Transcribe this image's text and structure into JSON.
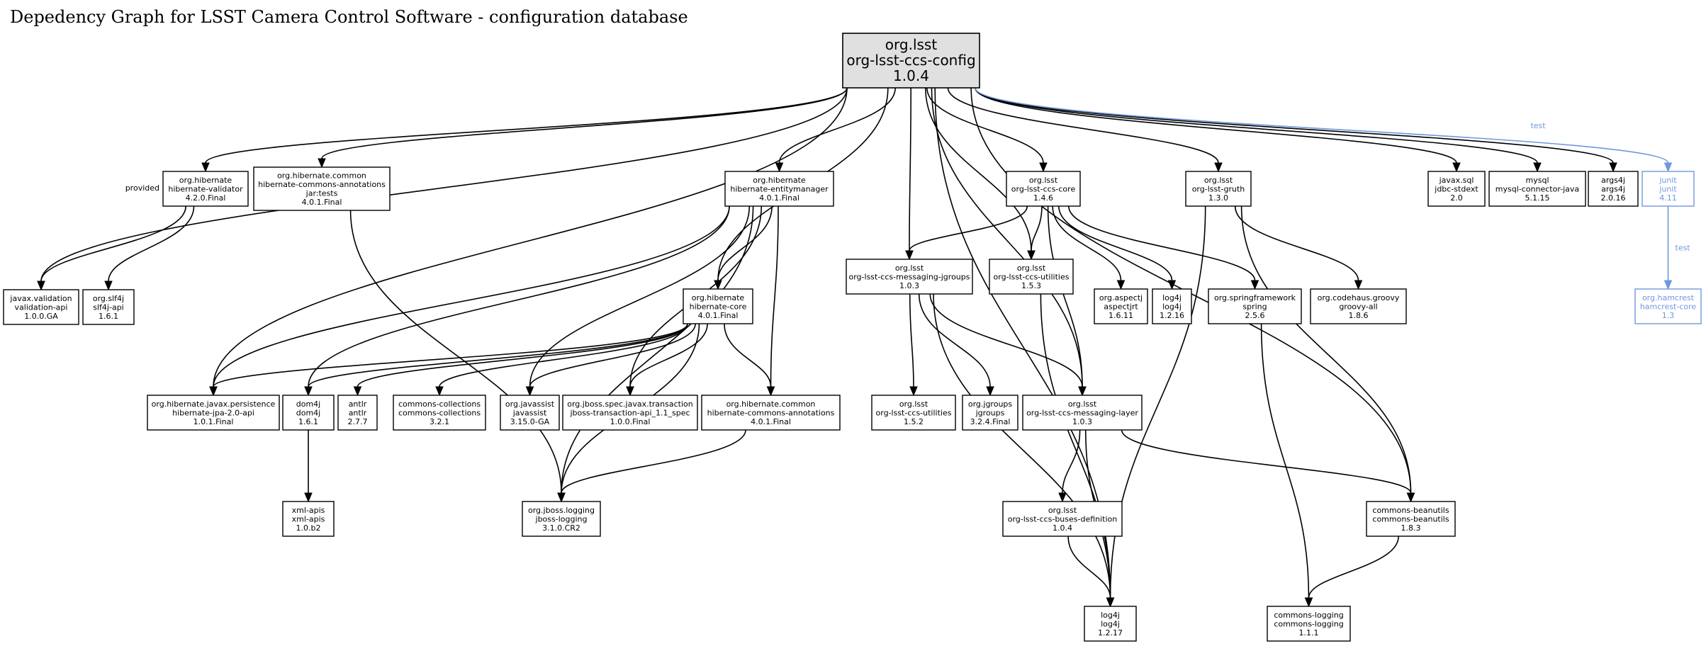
{
  "title": "Depedency Graph for LSST Camera Control Software - configuration database",
  "nodes": [
    {
      "id": "root",
      "lines": [
        "org.lsst",
        "org-lsst-ccs-config",
        "1.0.4"
      ],
      "style": "root"
    },
    {
      "id": "hib-validator",
      "lines": [
        "org.hibernate",
        "hibernate-validator",
        "4.2.0.Final"
      ]
    },
    {
      "id": "hib-common-tests",
      "lines": [
        "org.hibernate.common",
        "hibernate-commons-annotations",
        "jar:tests",
        "4.0.1.Final"
      ]
    },
    {
      "id": "hib-em",
      "lines": [
        "org.hibernate",
        "hibernate-entitymanager",
        "4.0.1.Final"
      ]
    },
    {
      "id": "ccs-core",
      "lines": [
        "org.lsst",
        "org-lsst-ccs-core",
        "1.4.6"
      ]
    },
    {
      "id": "gruth",
      "lines": [
        "org.lsst",
        "org-lsst-gruth",
        "1.3.0"
      ]
    },
    {
      "id": "jdbc",
      "lines": [
        "javax.sql",
        "jdbc-stdext",
        "2.0"
      ]
    },
    {
      "id": "mysql",
      "lines": [
        "mysql",
        "mysql-connector-java",
        "5.1.15"
      ]
    },
    {
      "id": "args4j",
      "lines": [
        "args4j",
        "args4j",
        "2.0.16"
      ]
    },
    {
      "id": "junit",
      "lines": [
        "junit",
        "junit",
        "4.11"
      ],
      "style": "test"
    },
    {
      "id": "javax-validation",
      "lines": [
        "javax.validation",
        "validation-api",
        "1.0.0.GA"
      ]
    },
    {
      "id": "slf4j",
      "lines": [
        "org.slf4j",
        "slf4j-api",
        "1.6.1"
      ]
    },
    {
      "id": "hib-core",
      "lines": [
        "org.hibernate",
        "hibernate-core",
        "4.0.1.Final"
      ]
    },
    {
      "id": "messaging-jgroups",
      "lines": [
        "org.lsst",
        "org-lsst-ccs-messaging-jgroups",
        "1.0.3"
      ]
    },
    {
      "id": "utilities-153",
      "lines": [
        "org.lsst",
        "org-lsst-ccs-utilities",
        "1.5.3"
      ]
    },
    {
      "id": "aspectj",
      "lines": [
        "org.aspectj",
        "aspectjrt",
        "1.6.11"
      ]
    },
    {
      "id": "log4j-1216",
      "lines": [
        "log4j",
        "log4j",
        "1.2.16"
      ]
    },
    {
      "id": "spring",
      "lines": [
        "org.springframework",
        "spring",
        "2.5.6"
      ]
    },
    {
      "id": "groovy",
      "lines": [
        "org.codehaus.groovy",
        "groovy-all",
        "1.8.6"
      ]
    },
    {
      "id": "hamcrest",
      "lines": [
        "org.hamcrest",
        "hamcrest-core",
        "1.3"
      ],
      "style": "test"
    },
    {
      "id": "jpa",
      "lines": [
        "org.hibernate.javax.persistence",
        "hibernate-jpa-2.0-api",
        "1.0.1.Final"
      ]
    },
    {
      "id": "dom4j",
      "lines": [
        "dom4j",
        "dom4j",
        "1.6.1"
      ]
    },
    {
      "id": "antlr",
      "lines": [
        "antlr",
        "antlr",
        "2.7.7"
      ]
    },
    {
      "id": "commons-collections",
      "lines": [
        "commons-collections",
        "commons-collections",
        "3.2.1"
      ]
    },
    {
      "id": "javassist",
      "lines": [
        "org.javassist",
        "javassist",
        "3.15.0-GA"
      ]
    },
    {
      "id": "jta",
      "lines": [
        "org.jboss.spec.javax.transaction",
        "jboss-transaction-api_1.1_spec",
        "1.0.0.Final"
      ]
    },
    {
      "id": "hib-common",
      "lines": [
        "org.hibernate.common",
        "hibernate-commons-annotations",
        "4.0.1.Final"
      ]
    },
    {
      "id": "utilities-152",
      "lines": [
        "org.lsst",
        "org-lsst-ccs-utilities",
        "1.5.2"
      ]
    },
    {
      "id": "jgroups",
      "lines": [
        "org.jgroups",
        "jgroups",
        "3.2.4.Final"
      ]
    },
    {
      "id": "messaging-layer",
      "lines": [
        "org.lsst",
        "org-lsst-ccs-messaging-layer",
        "1.0.3"
      ]
    },
    {
      "id": "xml-apis",
      "lines": [
        "xml-apis",
        "xml-apis",
        "1.0.b2"
      ]
    },
    {
      "id": "jboss-logging",
      "lines": [
        "org.jboss.logging",
        "jboss-logging",
        "3.1.0.CR2"
      ]
    },
    {
      "id": "buses-def",
      "lines": [
        "org.lsst",
        "org-lsst-ccs-buses-definition",
        "1.0.4"
      ]
    },
    {
      "id": "beanutils",
      "lines": [
        "commons-beanutils",
        "commons-beanutils",
        "1.8.3"
      ]
    },
    {
      "id": "log4j-1217",
      "lines": [
        "log4j",
        "log4j",
        "1.2.17"
      ]
    },
    {
      "id": "commons-logging",
      "lines": [
        "commons-logging",
        "commons-logging",
        "1.1.1"
      ]
    }
  ],
  "edges": [
    {
      "from": "root",
      "to": "hib-validator"
    },
    {
      "from": "root",
      "to": "hib-common-tests"
    },
    {
      "from": "root",
      "to": "hib-em"
    },
    {
      "from": "root",
      "to": "ccs-core"
    },
    {
      "from": "root",
      "to": "gruth"
    },
    {
      "from": "root",
      "to": "jdbc"
    },
    {
      "from": "root",
      "to": "mysql"
    },
    {
      "from": "root",
      "to": "args4j"
    },
    {
      "from": "root",
      "to": "junit",
      "label": "test",
      "style": "test"
    },
    {
      "from": "root",
      "to": "javax-validation",
      "label": "provided"
    },
    {
      "from": "root",
      "to": "hib-core"
    },
    {
      "from": "root",
      "to": "jpa"
    },
    {
      "from": "root",
      "to": "messaging-jgroups"
    },
    {
      "from": "root",
      "to": "utilities-153"
    },
    {
      "from": "root",
      "to": "messaging-layer"
    },
    {
      "from": "root",
      "to": "log4j-1217"
    },
    {
      "from": "root",
      "to": "beanutils"
    },
    {
      "from": "hib-validator",
      "to": "javax-validation"
    },
    {
      "from": "hib-validator",
      "to": "slf4j"
    },
    {
      "from": "hib-common-tests",
      "to": "jboss-logging"
    },
    {
      "from": "hib-em",
      "to": "hib-core"
    },
    {
      "from": "hib-em",
      "to": "jpa"
    },
    {
      "from": "hib-em",
      "to": "dom4j"
    },
    {
      "from": "hib-em",
      "to": "javassist"
    },
    {
      "from": "hib-em",
      "to": "jta"
    },
    {
      "from": "hib-em",
      "to": "hib-common"
    },
    {
      "from": "hib-em",
      "to": "jboss-logging"
    },
    {
      "from": "hib-core",
      "to": "jpa"
    },
    {
      "from": "hib-core",
      "to": "dom4j"
    },
    {
      "from": "hib-core",
      "to": "antlr"
    },
    {
      "from": "hib-core",
      "to": "commons-collections"
    },
    {
      "from": "hib-core",
      "to": "javassist"
    },
    {
      "from": "hib-core",
      "to": "jta"
    },
    {
      "from": "hib-core",
      "to": "hib-common"
    },
    {
      "from": "hib-core",
      "to": "jboss-logging"
    },
    {
      "from": "dom4j",
      "to": "xml-apis"
    },
    {
      "from": "hib-common",
      "to": "jboss-logging"
    },
    {
      "from": "ccs-core",
      "to": "messaging-jgroups"
    },
    {
      "from": "ccs-core",
      "to": "utilities-153"
    },
    {
      "from": "ccs-core",
      "to": "aspectj"
    },
    {
      "from": "ccs-core",
      "to": "log4j-1216"
    },
    {
      "from": "ccs-core",
      "to": "spring"
    },
    {
      "from": "ccs-core",
      "to": "messaging-layer"
    },
    {
      "from": "messaging-jgroups",
      "to": "utilities-152"
    },
    {
      "from": "messaging-jgroups",
      "to": "jgroups"
    },
    {
      "from": "messaging-jgroups",
      "to": "messaging-layer"
    },
    {
      "from": "messaging-jgroups",
      "to": "log4j-1217"
    },
    {
      "from": "utilities-153",
      "to": "log4j-1217"
    },
    {
      "from": "messaging-layer",
      "to": "buses-def"
    },
    {
      "from": "messaging-layer",
      "to": "log4j-1217"
    },
    {
      "from": "messaging-layer",
      "to": "beanutils"
    },
    {
      "from": "buses-def",
      "to": "log4j-1217"
    },
    {
      "from": "spring",
      "to": "commons-logging"
    },
    {
      "from": "gruth",
      "to": "groovy"
    },
    {
      "from": "gruth",
      "to": "beanutils"
    },
    {
      "from": "gruth",
      "to": "log4j-1217"
    },
    {
      "from": "beanutils",
      "to": "commons-logging"
    },
    {
      "from": "junit",
      "to": "hamcrest",
      "label": "test",
      "style": "test"
    }
  ]
}
